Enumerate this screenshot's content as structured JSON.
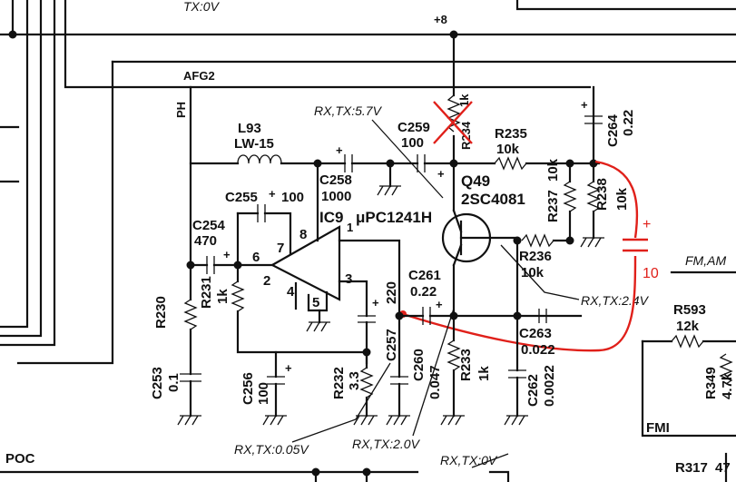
{
  "labels": {
    "tx_top": "TX:0V",
    "plus8": "+8",
    "afg2": "AFG2",
    "ph": "PH",
    "l93": "L93",
    "lw15": "LW-15",
    "c258": "C258",
    "c258_val": "1000",
    "c259": "C259",
    "c259_val": "100",
    "r234_val": "1k",
    "r234": "R234",
    "r235": "R235",
    "r235_val": "10k",
    "c264": "C264",
    "c264_val": "0.22",
    "q49": "Q49",
    "q49_type": "2SC4081",
    "rx_tx_57": "RX,TX:5.7V",
    "c255": "C255",
    "c255_val": "100",
    "ic9": "IC9",
    "ic9_type": "μPC1241H",
    "c254": "C254",
    "c254_val": "470",
    "pin6": "6",
    "pin7": "7",
    "pin8": "8",
    "pin1": "1",
    "pin2": "2",
    "pin3": "3",
    "pin4": "4",
    "pin5": "5",
    "r237": "R237",
    "r237_val": "10k",
    "r238": "R238",
    "r238_val": "10k",
    "r236": "R236",
    "r236_val": "10k",
    "rx_tx_24": "RX,TX:2.4V",
    "r230": "R230",
    "r231": "R231",
    "r231_val": "1k",
    "c261": "C261",
    "c261_val": "0.22",
    "c257": "C257",
    "c257_val": "220",
    "c263": "C263",
    "c263_val": "0.022",
    "c253": "C253",
    "c253_val": "0.1",
    "c256": "C256",
    "c256_val": "100",
    "r232": "R232",
    "r232_val": "3.3",
    "c260": "C260",
    "c260_val": "0.047",
    "r233": "R233",
    "r233_val": "1k",
    "c262": "C262",
    "c262_val": "0.0022",
    "rx_tx_005": "RX,TX:0.05V",
    "rx_tx_20": "RX,TX:2.0V",
    "rx_tx_0": "RX,TX:0V",
    "poc": "POC",
    "fm_am": "FM,AM",
    "r593": "R593",
    "r593_val": "12k",
    "r349": "R349",
    "r349_val": "4.7k",
    "fmi": "FMI",
    "r317": "R317",
    "r317_val": "47",
    "plus_left": "+",
    "plus_c258": "+",
    "plus_c259": "+",
    "plus_c254": "+",
    "plus_c255": "+",
    "plus_c256": "+",
    "plus_c257": "+",
    "plus_c261": "+",
    "plus_c264": "+",
    "red_plus": "+",
    "red_value": "10"
  },
  "colors": {
    "ink": "#111111",
    "annotation": "#e0201a",
    "paper": "#ffffff"
  }
}
